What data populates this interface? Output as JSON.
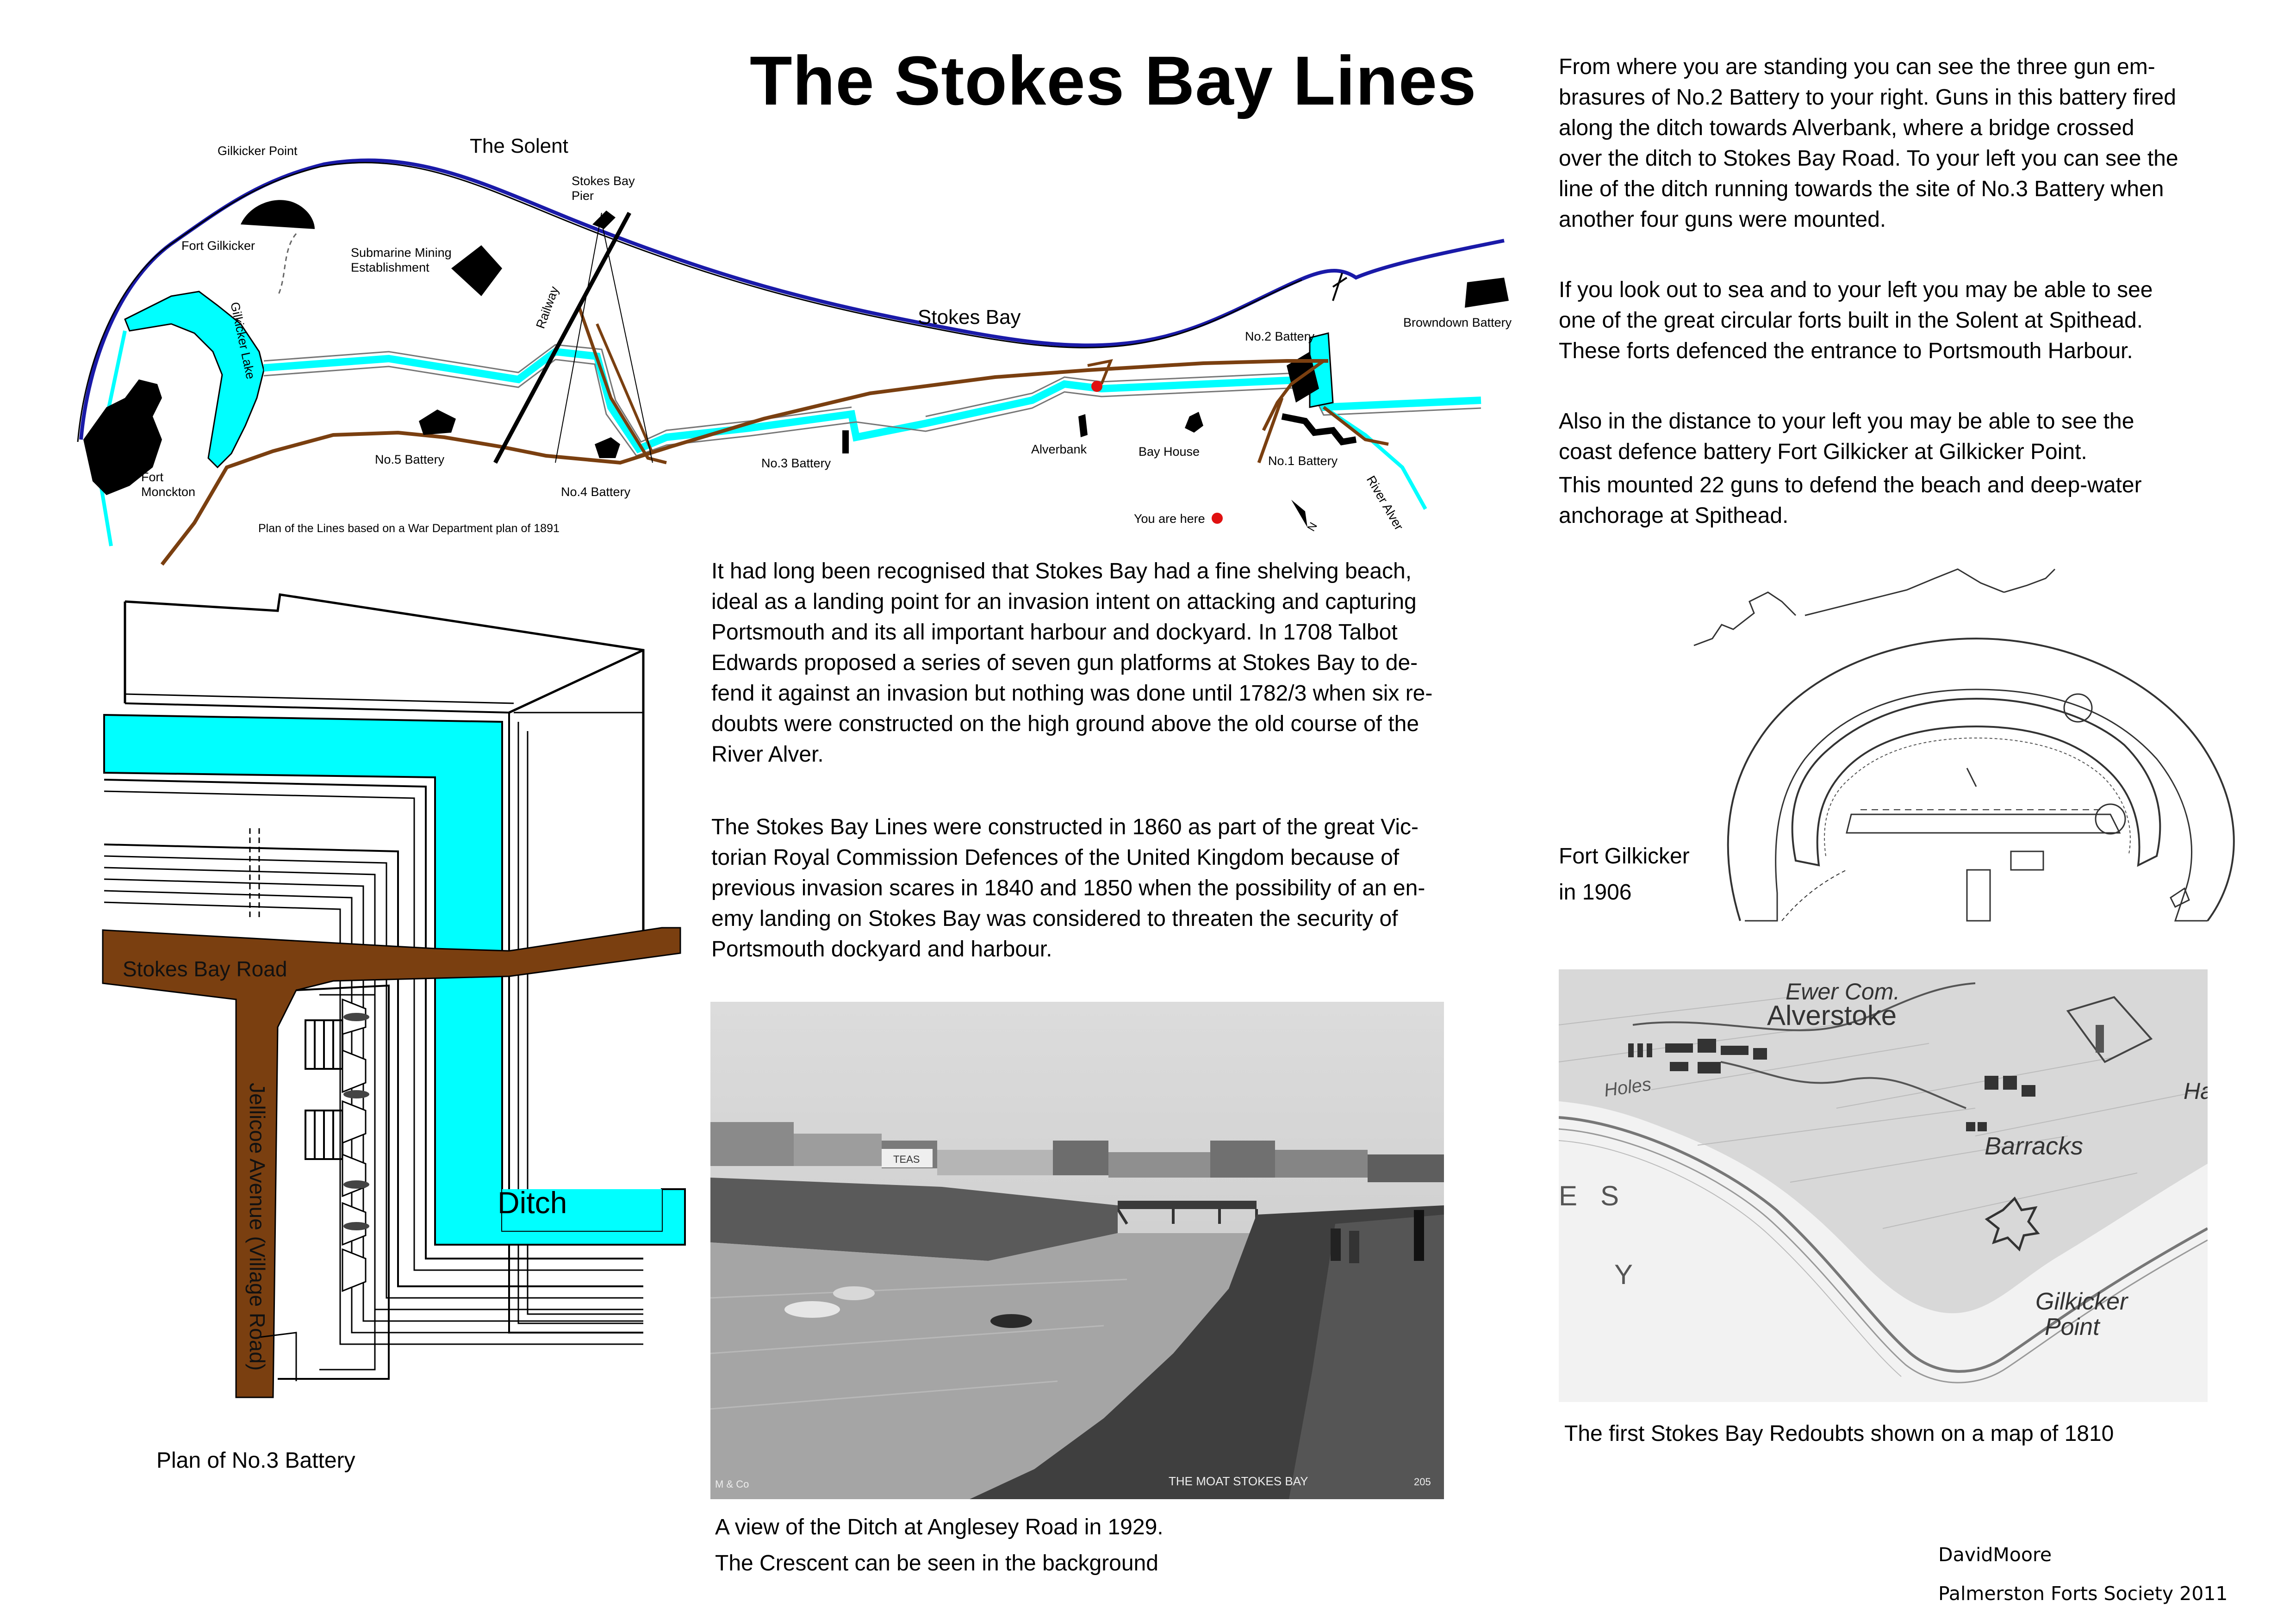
{
  "title": "The Stokes Bay Lines",
  "map": {
    "labels": {
      "gilkicker_point": "Gilkicker Point",
      "the_solent": "The Solent",
      "stokes_bay_pier": [
        "Stokes Bay",
        "Pier"
      ],
      "fort_gilkicker": "Fort Gilkicker",
      "submarine_mining": [
        "Submarine Mining",
        "Establishment"
      ],
      "gilkicker_lake": "Gilkicker Lake",
      "railway": "Railway",
      "stokes_bay": "Stokes Bay",
      "no2_battery": "No.2 Battery",
      "browndown_battery": "Browndown Battery",
      "no5_battery": "No.5 Battery",
      "no4_battery": "No.4 Battery",
      "no3_battery": "No.3 Battery",
      "alverbank": "Alverbank",
      "bay_house": "Bay House",
      "no1_battery": "No.1 Battery",
      "river_alver": "River Alver",
      "fort_monckton": [
        "Fort",
        "Monckton"
      ],
      "you_are_here": "You are here",
      "north": "N",
      "plan_caption": "Plan of the Lines based on  a War Department plan of 1891"
    }
  },
  "right_column": {
    "para1": [
      "From where you are standing you can see  the three gun em-",
      "brasures of No.2 Battery to your right. Guns in this battery fired",
      "along the ditch towards Alverbank, where a bridge crossed",
      "over the ditch to Stokes Bay Road. To your left you can see the",
      "line of the ditch running towards the site of No.3 Battery when",
      "another four guns were mounted."
    ],
    "para2": [
      "If you look out to sea and to your left you may be able to see",
      "one of the great circular forts built in the Solent at Spithead.",
      "These  forts defenced the entrance to Portsmouth Harbour."
    ],
    "para3": [
      "Also in the distance to your left you may be able to see the",
      "coast defence battery Fort Gilkicker at Gilkicker Point."
    ],
    "para4": [
      "This mounted 22 guns to defend the beach and deep-water",
      "anchorage at Spithead."
    ]
  },
  "middle_column": {
    "para1": [
      "It had long been recognised that Stokes Bay had a fine shelving beach,",
      "ideal as a landing point for an invasion intent on attacking and capturing",
      "Portsmouth and its all important harbour and dockyard. In 1708 Talbot",
      "Edwards proposed a series of seven gun platforms at Stokes Bay to de-",
      "fend it against an invasion but nothing was done until 1782/3 when six re-",
      "doubts were constructed on the high ground above the old course of the",
      "River Alver."
    ],
    "para2": [
      "The Stokes  Bay Lines were constructed in 1860 as part of the great Vic-",
      "torian Royal Commission  Defences of the United Kingdom because of",
      "previous invasion scares in 1840 and 1850 when the possibility of an en-",
      "emy landing on Stokes Bay was considered to threaten the  security of",
      "Portsmouth dockyard and harbour."
    ]
  },
  "battery_plan": {
    "road_label": "Stokes Bay Road",
    "avenue_label": "Jellicoe Avenue (Village Road)",
    "ditch_label": "Ditch",
    "caption": "Plan of No.3 Battery"
  },
  "photo": {
    "sign": "TEAS",
    "publisher_mark": "M & Co",
    "photo_title": "THE MOAT STOKES BAY",
    "photo_number": "205",
    "caption_line1": "A view of the Ditch  at  Anglesey Road  in 1929.",
    "caption_line2": "The Crescent can be seen in the background"
  },
  "fort_plan": {
    "caption_line1": "Fort Gilkicker",
    "caption_line2": "in 1906"
  },
  "old_map": {
    "labels": {
      "ewer_com": "Ewer Com.",
      "alverstoke": "Alverstoke",
      "holes": "Holes",
      "barracks": "Barracks",
      "e": "E",
      "s": "S",
      "y": "Y",
      "gilkicker": "Gilkicker",
      "point": "Point",
      "ha": "Ha"
    },
    "caption": "The first Stokes Bay Redoubts shown on a map of 1810"
  },
  "credit": {
    "author": "DavidMoore",
    "society": "Palmerston Forts Society 2011"
  },
  "colors": {
    "water": "#00ffff",
    "road": "#7a3f10",
    "coast": "#1a1aa8",
    "marker": "#e01010"
  }
}
